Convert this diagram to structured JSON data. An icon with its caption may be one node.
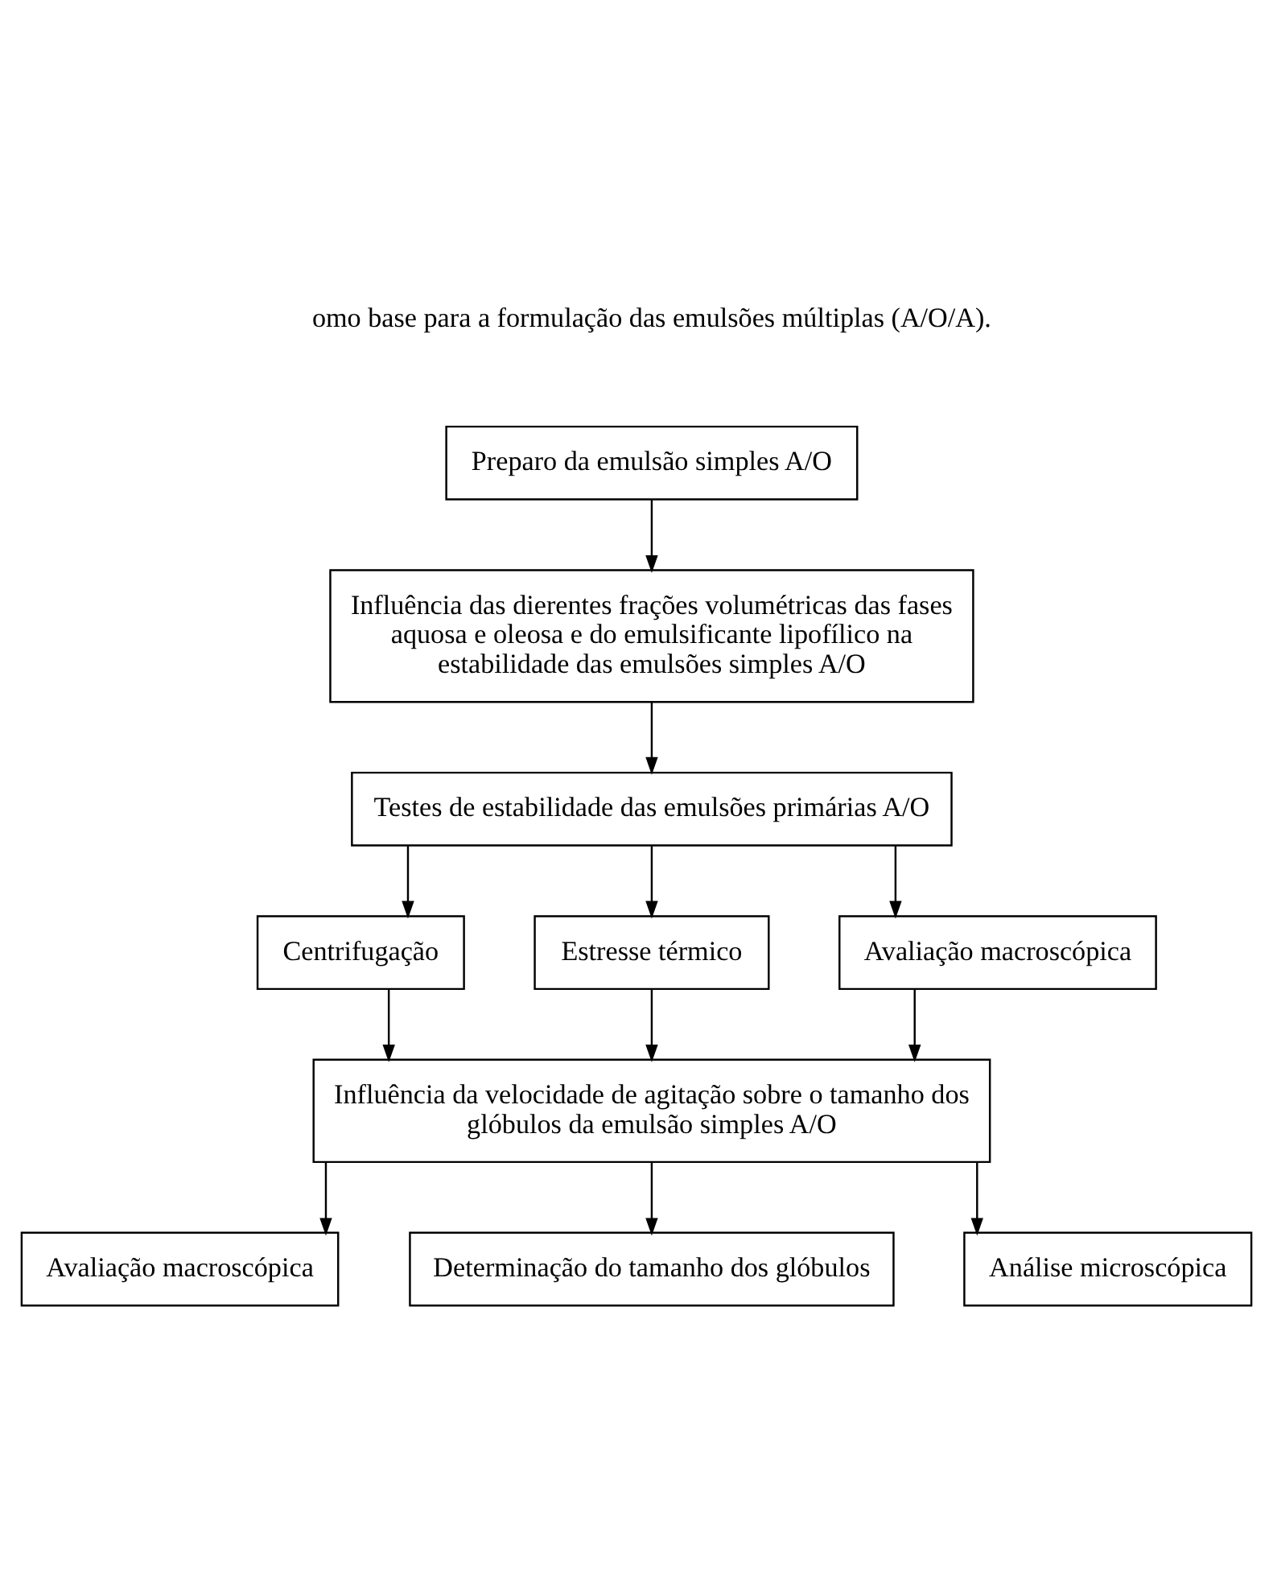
{
  "diagram": {
    "nodes": [
      {
        "text": [
          "Preparo da emulsão simples A/O"
        ]
      },
      {
        "text": [
          "Influência das dierentes frações volumétricas das fases aquosa e oleosa e do emulsificante lipofílico na estabilidade das emulsões simples A/O"
        ]
      },
      {
        "text": [
          "Testes de estabilidade das emulsões primárias A/O"
        ]
      },
      {
        "text": [
          "Centrifugação"
        ]
      },
      {
        "text": [
          "Estresse térmico"
        ]
      },
      {
        "text": [
          "Avaliação macroscópica"
        ]
      },
      {
        "text": [
          "Influência da velocidade de agitação sobre o tamanho dos glóbulos da emulsão simples A/O"
        ]
      },
      {
        "text": [
          "Avaliação macroscópica"
        ]
      },
      {
        "text": [
          "Determinação do tamanho dos glóbulos"
        ]
      },
      {
        "text": [
          "Análise microscópica"
        ]
      }
    ],
    "edges": [
      {
        "from": 0,
        "to": 1,
        "arrow": "to"
      },
      {
        "from": 1,
        "to": 2,
        "arrow": "to"
      },
      {
        "from": 2,
        "to": 3,
        "arrow": "to"
      },
      {
        "from": 2,
        "to": 4,
        "arrow": "to"
      },
      {
        "from": 2,
        "to": 5,
        "arrow": "to"
      },
      {
        "from": 3,
        "to": 6,
        "arrow": "to"
      },
      {
        "from": 4,
        "to": 6,
        "arrow": "to"
      },
      {
        "from": 5,
        "to": 6,
        "arrow": "to"
      },
      {
        "from": 6,
        "to": 7,
        "arrow": "to"
      },
      {
        "from": 6,
        "to": 8,
        "arrow": "to"
      },
      {
        "from": 6,
        "to": 9,
        "arrow": "to"
      }
    ],
    "labels": [
      "omo base para a formulação das emulsões múltiplas (A/O/A)."
    ]
  }
}
